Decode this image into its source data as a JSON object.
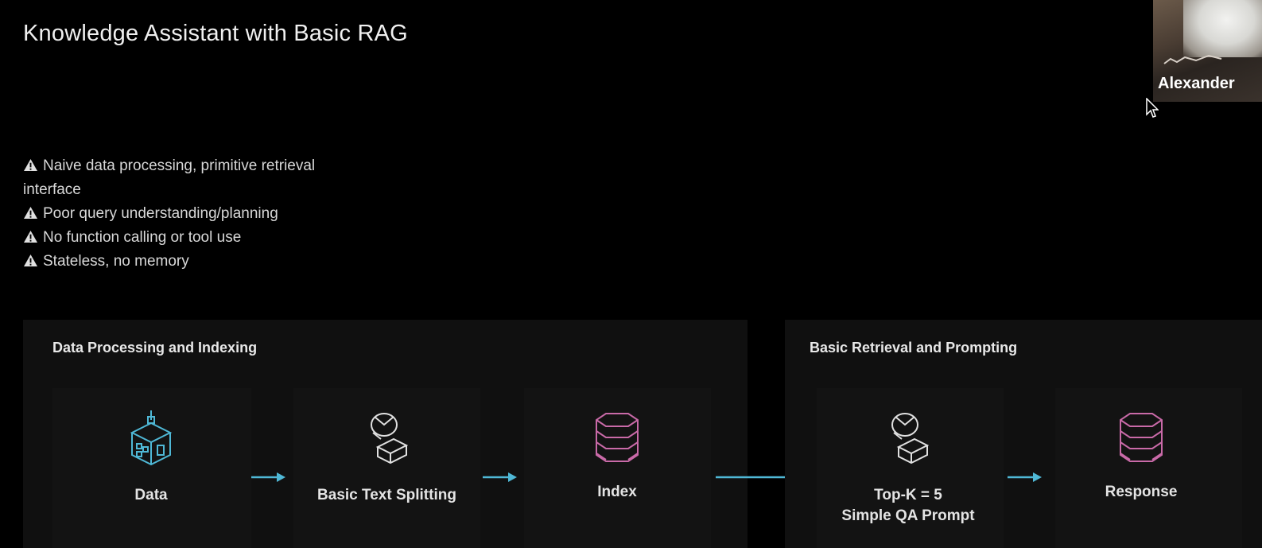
{
  "slide": {
    "title": "Knowledge Assistant with Basic RAG",
    "bullets": [
      {
        "icon": "warning-icon",
        "text": "Naive data processing, primitive retrieval"
      },
      {
        "icon": "",
        "text": "interface"
      },
      {
        "icon": "warning-icon",
        "text": "Poor query understanding/planning"
      },
      {
        "icon": "warning-icon",
        "text": "No function calling or tool use"
      },
      {
        "icon": "warning-icon",
        "text": "Stateless, no memory"
      }
    ]
  },
  "panels": {
    "left": {
      "title": "Data Processing and Indexing",
      "nodes": [
        {
          "label": "Data",
          "icon": "building-icon"
        },
        {
          "label": "Basic Text Splitting",
          "icon": "splitter-icon"
        },
        {
          "label": "Index",
          "icon": "database-icon"
        }
      ]
    },
    "right": {
      "title": "Basic Retrieval and Prompting",
      "nodes": [
        {
          "label_line1": "Top-K = 5",
          "label_line2": "Simple QA Prompt",
          "icon": "splitter-icon"
        },
        {
          "label": "Response",
          "icon": "database-icon"
        }
      ]
    }
  },
  "video": {
    "participant_name": "Alexander"
  },
  "colors": {
    "background": "#000000",
    "panel": "#101010",
    "accent_cyan": "#4fb8d6",
    "accent_pink": "#c96aa8",
    "icon_white": "#e0e0e0"
  }
}
